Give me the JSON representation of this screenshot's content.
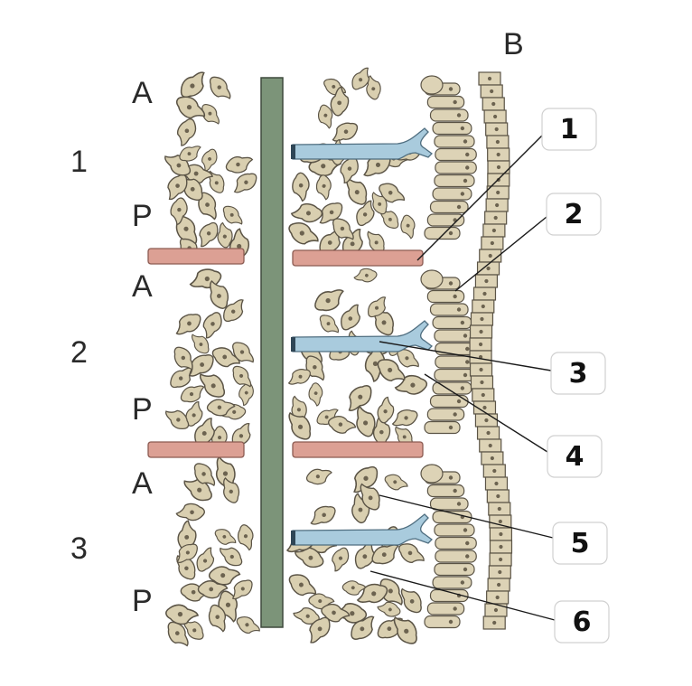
{
  "labels": {
    "panel": "B",
    "segments": [
      "1",
      "2",
      "3"
    ],
    "segment_halves": [
      {
        "anterior": "A",
        "posterior": "P"
      },
      {
        "anterior": "A",
        "posterior": "P"
      },
      {
        "anterior": "A",
        "posterior": "P"
      }
    ]
  },
  "callouts": [
    "1",
    "2",
    "3",
    "4",
    "5",
    "6"
  ],
  "colors": {
    "notochord": "#7c9479",
    "artery": "#dca094",
    "nerve": "#a9cbdd",
    "cells": "#d9cfb0",
    "outline": "#5b5446",
    "leader": "#1a1a1a"
  }
}
